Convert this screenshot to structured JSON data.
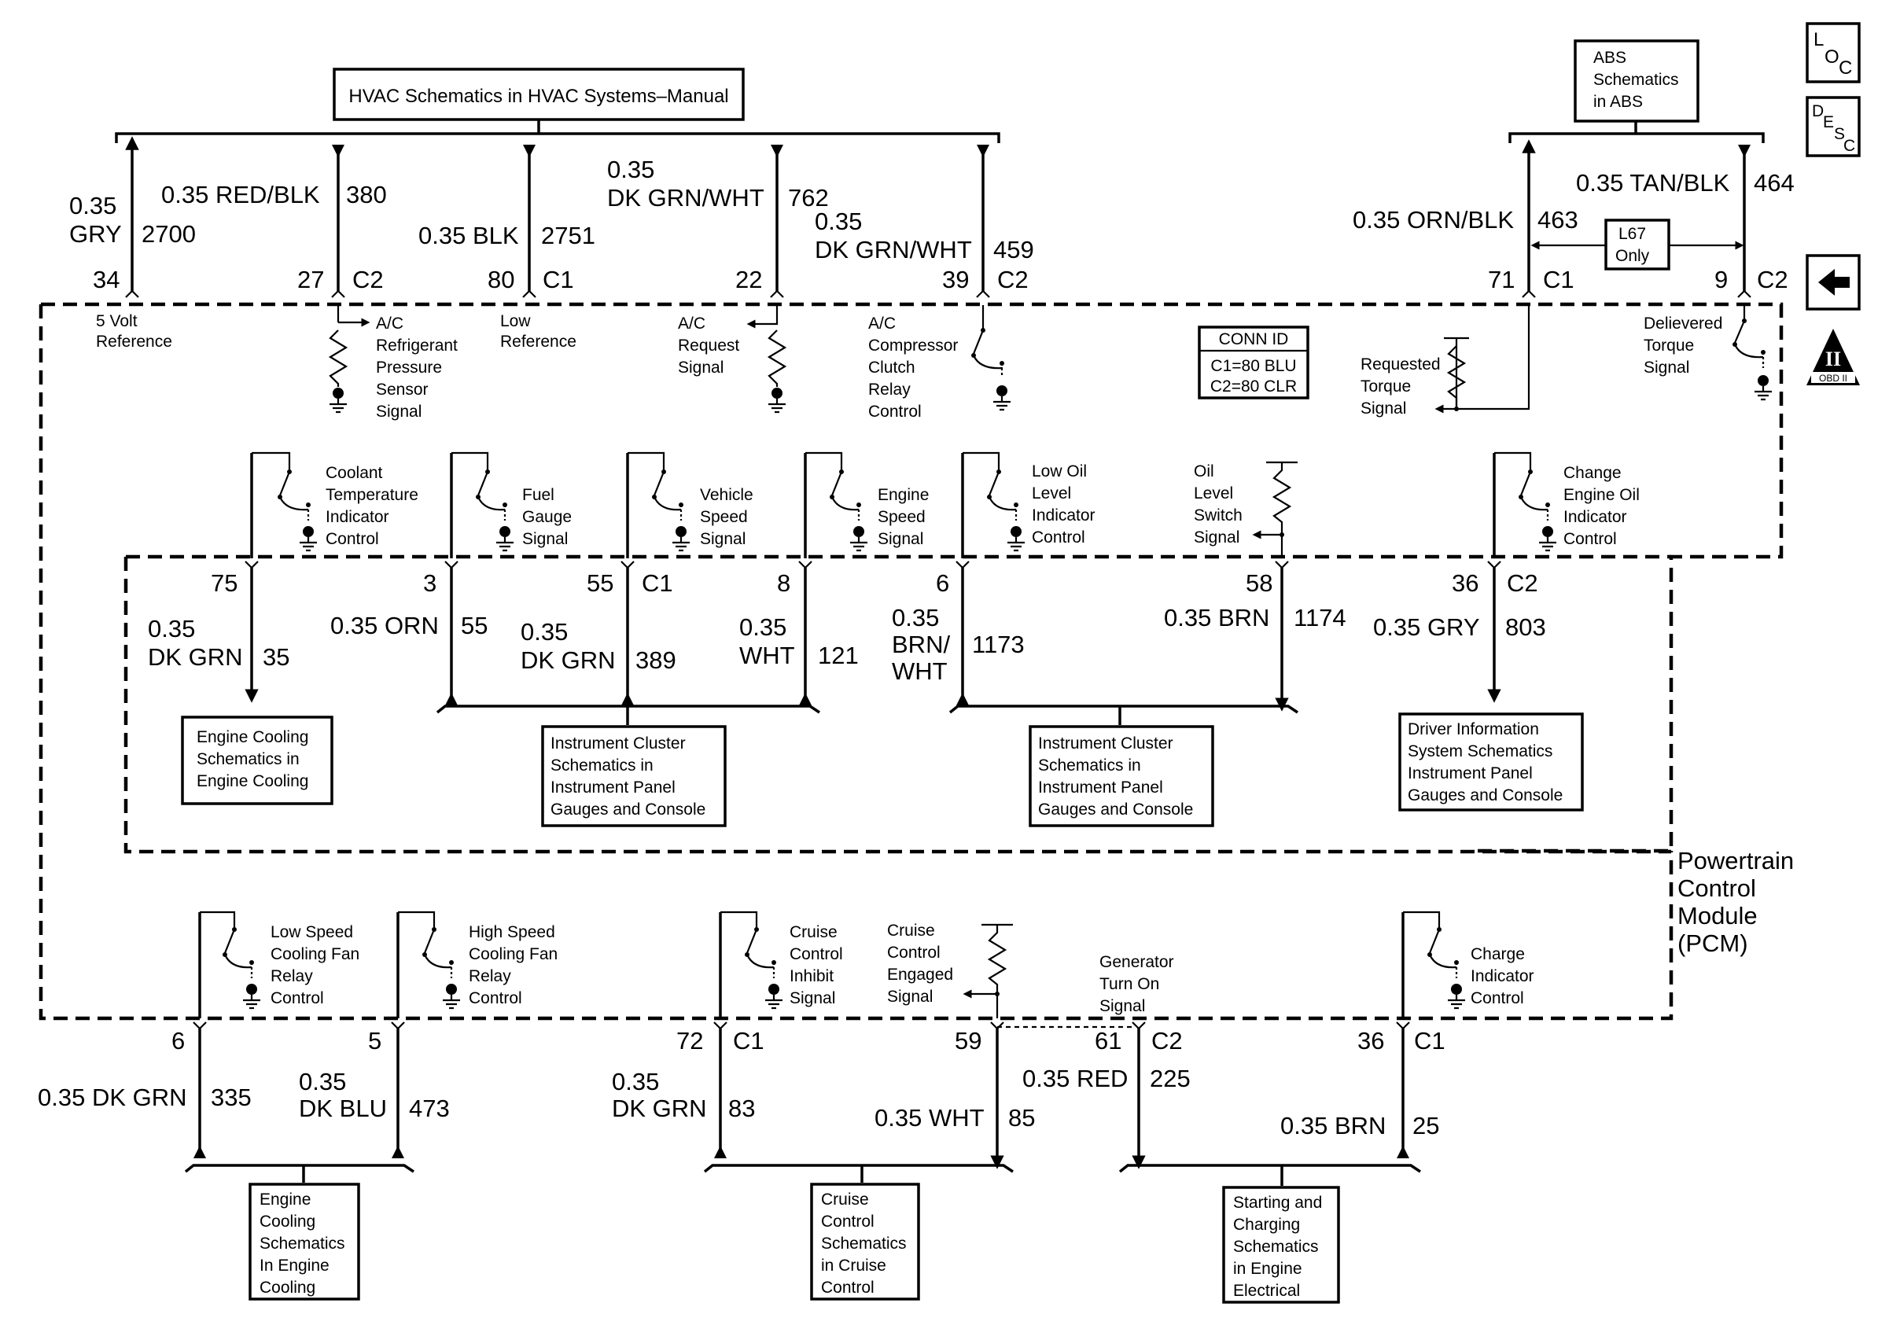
{
  "refs": {
    "hvac": "HVAC Schematics in HVAC Systems–Manual",
    "abs": [
      "ABS",
      "Schematics",
      "in ABS"
    ],
    "engine_cooling_1": [
      "Engine Cooling",
      "Schematics in",
      "Engine Cooling"
    ],
    "instrument_1": [
      "Instrument Cluster",
      "Schematics in",
      "Instrument Panel",
      "Gauges and Console"
    ],
    "instrument_2": [
      "Instrument Cluster",
      "Schematics in",
      "Instrument Panel",
      "Gauges and Console"
    ],
    "driver_info": [
      "Driver Information",
      "System Schematics",
      "Instrument Panel",
      "Gauges and Console"
    ],
    "engine_cooling_2": [
      "Engine",
      "Cooling",
      "Schematics",
      "In Engine",
      "Cooling"
    ],
    "cruise": [
      "Cruise",
      "Control",
      "Schematics",
      "in Cruise",
      "Control"
    ],
    "charging": [
      "Starting and",
      "Charging",
      "Schematics",
      "in Engine",
      "Electrical"
    ]
  },
  "side_icons": {
    "loc": [
      "L",
      "O",
      "C"
    ],
    "desc": [
      "D",
      "E",
      "S",
      "C"
    ],
    "obd": "OBD II",
    "obd_numeral": "II"
  },
  "conn_id": {
    "title": "CONN ID",
    "c1": "C1=80 BLU",
    "c2": "C2=80 CLR"
  },
  "l67": [
    "L67",
    "Only"
  ],
  "module": [
    "Powertrain",
    "Control",
    "Module",
    "(PCM)"
  ],
  "top_wires": [
    {
      "gauge": "0.35",
      "color": "GRY",
      "circuit": "2700",
      "pin": "34",
      "signal": [
        "5 Volt",
        "Reference"
      ]
    },
    {
      "gauge": "0.35 RED/BLK",
      "circuit": "380",
      "pin": "27",
      "conn": "C2",
      "signal": [
        "A/C",
        "Refrigerant",
        "Pressure",
        "Sensor",
        "Signal"
      ]
    },
    {
      "gauge": "0.35 BLK",
      "circuit": "2751",
      "pin": "80",
      "conn": "C1",
      "signal": [
        "Low",
        "Reference"
      ]
    },
    {
      "gauge": "0.35",
      "color": "DK GRN/WHT",
      "circuit": "762",
      "pin": "22",
      "signal": [
        "A/C",
        "Request",
        "Signal"
      ]
    },
    {
      "gauge": "0.35",
      "color": "DK GRN/WHT",
      "circuit": "459",
      "pin": "39",
      "conn": "C2",
      "signal": [
        "A/C",
        "Compressor",
        "Clutch",
        "Relay",
        "Control"
      ]
    },
    {
      "gauge": "0.35 ORN/BLK",
      "circuit": "463",
      "pin": "71",
      "conn": "C1",
      "signal": [
        "Requested",
        "Torque",
        "Signal"
      ]
    },
    {
      "gauge": "0.35 TAN/BLK",
      "circuit": "464",
      "pin": "9",
      "conn": "C2",
      "signal": [
        "Delievered",
        "Torque",
        "Signal"
      ]
    }
  ],
  "mid_wires": [
    {
      "pin": "75",
      "gauge": "0.35",
      "color": "DK GRN",
      "circuit": "35",
      "signal": [
        "Coolant",
        "Temperature",
        "Indicator",
        "Control"
      ]
    },
    {
      "pin": "3",
      "gauge": "0.35 ORN",
      "circuit": "55",
      "signal": [
        "Fuel",
        "Gauge",
        "Signal"
      ]
    },
    {
      "pin": "55",
      "conn": "C1",
      "gauge": "0.35",
      "color": "DK GRN",
      "circuit": "389",
      "signal": [
        "Vehicle",
        "Speed",
        "Signal"
      ]
    },
    {
      "pin": "8",
      "gauge": "0.35",
      "color": "WHT",
      "circuit": "121",
      "signal": [
        "Engine",
        "Speed",
        "Signal"
      ]
    },
    {
      "pin": "6",
      "gauge": "0.35",
      "color": [
        "BRN/",
        "WHT"
      ],
      "circuit": "1173",
      "signal": [
        "Low Oil",
        "Level",
        "Indicator",
        "Control"
      ]
    },
    {
      "pin": "58",
      "gauge": "0.35 BRN",
      "circuit": "1174",
      "signal": [
        "Oil",
        "Level",
        "Switch",
        "Signal"
      ]
    },
    {
      "pin": "36",
      "conn": "C2",
      "gauge": "0.35 GRY",
      "circuit": "803",
      "signal": [
        "Change",
        "Engine Oil",
        "Indicator",
        "Control"
      ]
    }
  ],
  "bottom_wires": [
    {
      "pin": "6",
      "gauge": "0.35 DK GRN",
      "circuit": "335",
      "signal": [
        "Low Speed",
        "Cooling Fan",
        "Relay",
        "Control"
      ]
    },
    {
      "pin": "5",
      "gauge": "0.35",
      "color": "DK BLU",
      "circuit": "473",
      "signal": [
        "High Speed",
        "Cooling Fan",
        "Relay",
        "Control"
      ]
    },
    {
      "pin": "72",
      "conn": "C1",
      "gauge": "0.35",
      "color": "DK GRN",
      "circuit": "83",
      "signal": [
        "Cruise",
        "Control",
        "Inhibit",
        "Signal"
      ]
    },
    {
      "pin": "59",
      "gauge": "0.35 WHT",
      "circuit": "85",
      "signal": [
        "Cruise",
        "Control",
        "Engaged",
        "Signal"
      ]
    },
    {
      "pin": "61",
      "conn": "C2",
      "gauge": "0.35 RED",
      "circuit": "225",
      "signal": [
        "Generator",
        "Turn On",
        "Signal"
      ]
    },
    {
      "pin": "36",
      "conn": "C1",
      "gauge": "0.35 BRN",
      "circuit": "25",
      "signal": [
        "Charge",
        "Indicator",
        "Control"
      ]
    }
  ]
}
